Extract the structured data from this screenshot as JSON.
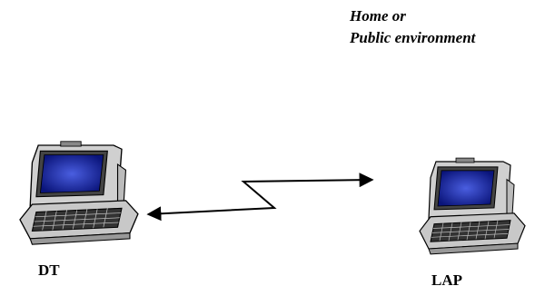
{
  "environment_label": {
    "line1": "Home or",
    "line2": "Public environment"
  },
  "nodes": {
    "dt": {
      "label": "DT",
      "icon": "laptop-icon"
    },
    "lap": {
      "label": "LAP",
      "icon": "laptop-icon"
    }
  },
  "link": {
    "type": "wireless-zigzag",
    "direction": "bidirectional",
    "icon": "wireless-link-icon"
  },
  "colors": {
    "screen": "#1a2a8c",
    "screen_glow": "#3a4ed0",
    "body": "#c8c8c8",
    "outline": "#000000"
  }
}
